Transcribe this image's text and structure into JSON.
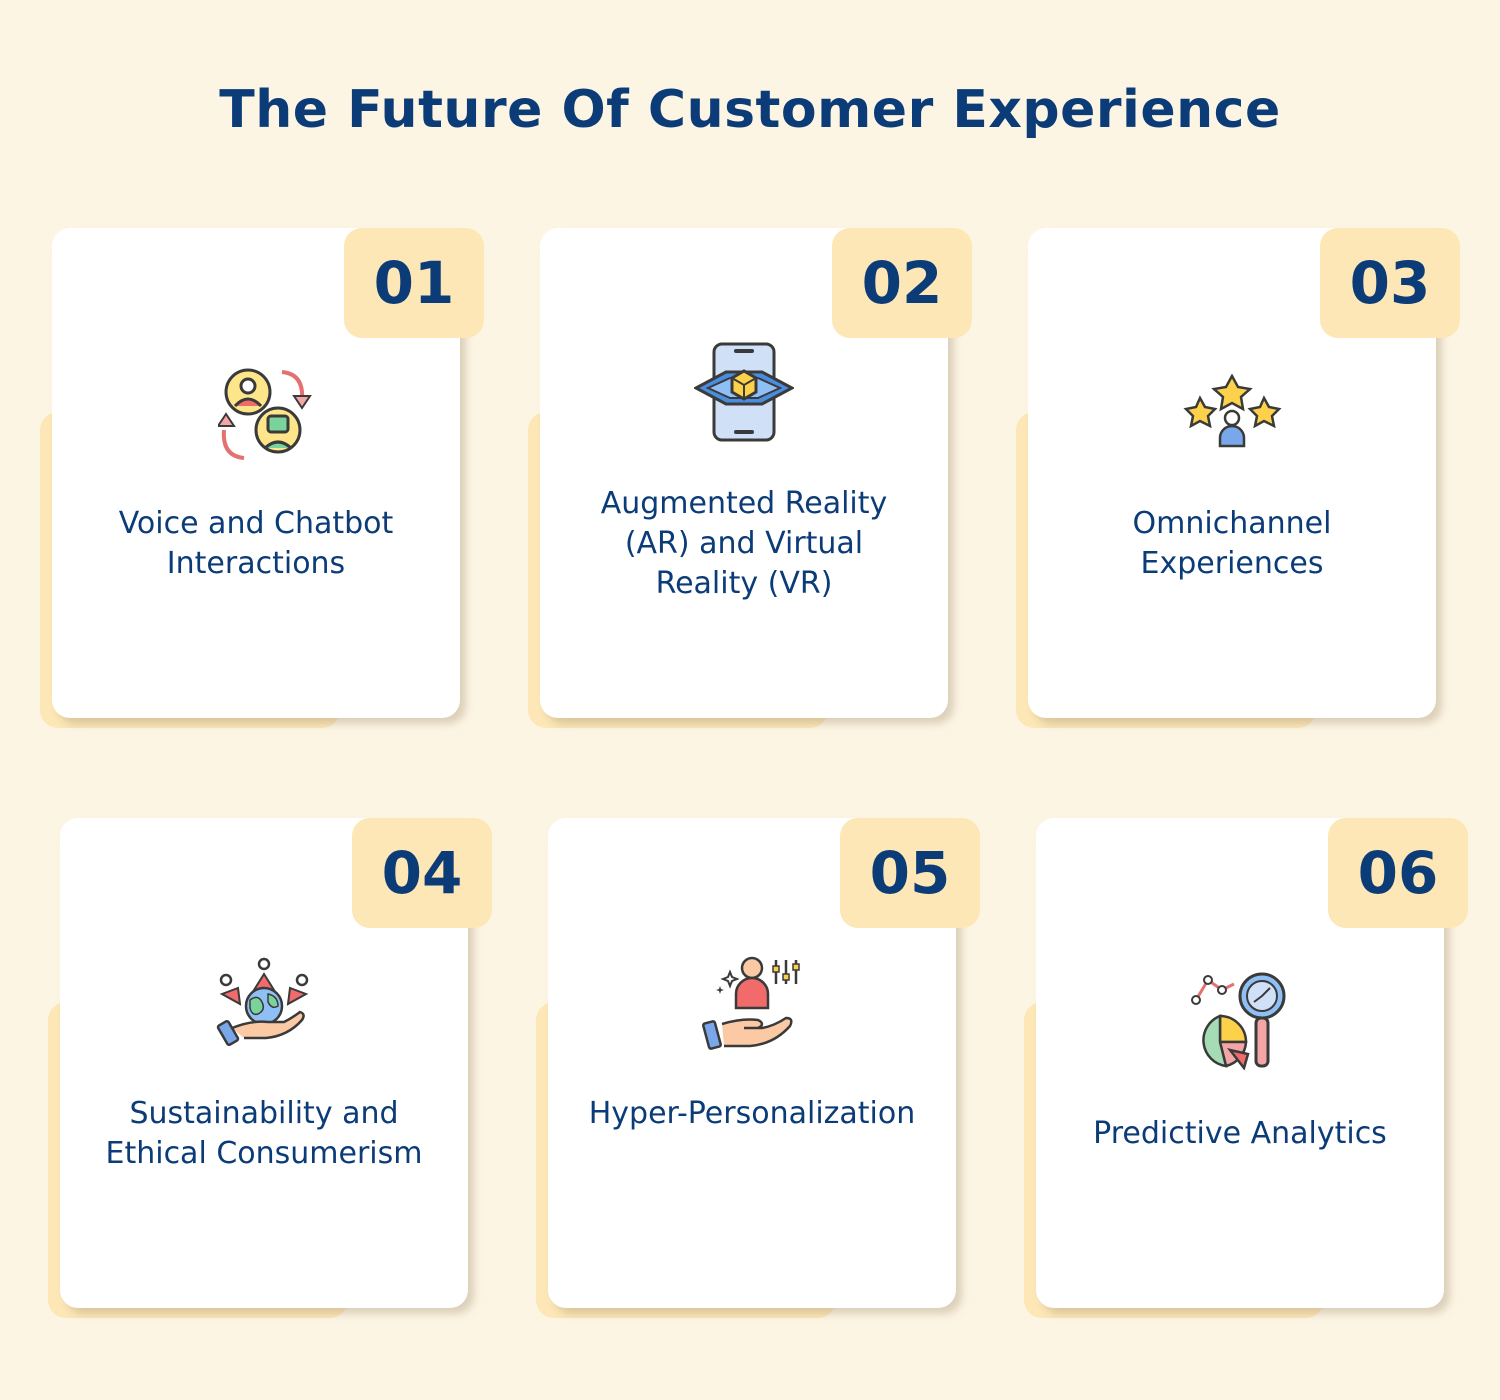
{
  "title": "The Future Of Customer Experience",
  "cards": [
    {
      "number": "01",
      "label": "Voice and Chatbot Interactions",
      "icon": "chatbot-conversation-icon"
    },
    {
      "number": "02",
      "label": "Augmented Reality (AR) and Virtual Reality (VR)",
      "icon": "ar-phone-icon"
    },
    {
      "number": "03",
      "label": "Omnichannel Experiences",
      "icon": "customer-rating-icon"
    },
    {
      "number": "04",
      "label": "Sustainability and Ethical Consumerism",
      "icon": "globe-hand-icon"
    },
    {
      "number": "05",
      "label": "Hyper-Personalization",
      "icon": "personalization-hand-icon"
    },
    {
      "number": "06",
      "label": "Predictive Analytics",
      "icon": "analytics-magnifier-icon"
    }
  ],
  "colors": {
    "background": "#fdf5e4",
    "accent": "#fde7b6",
    "text": "#0c3c78",
    "card": "#ffffff"
  }
}
